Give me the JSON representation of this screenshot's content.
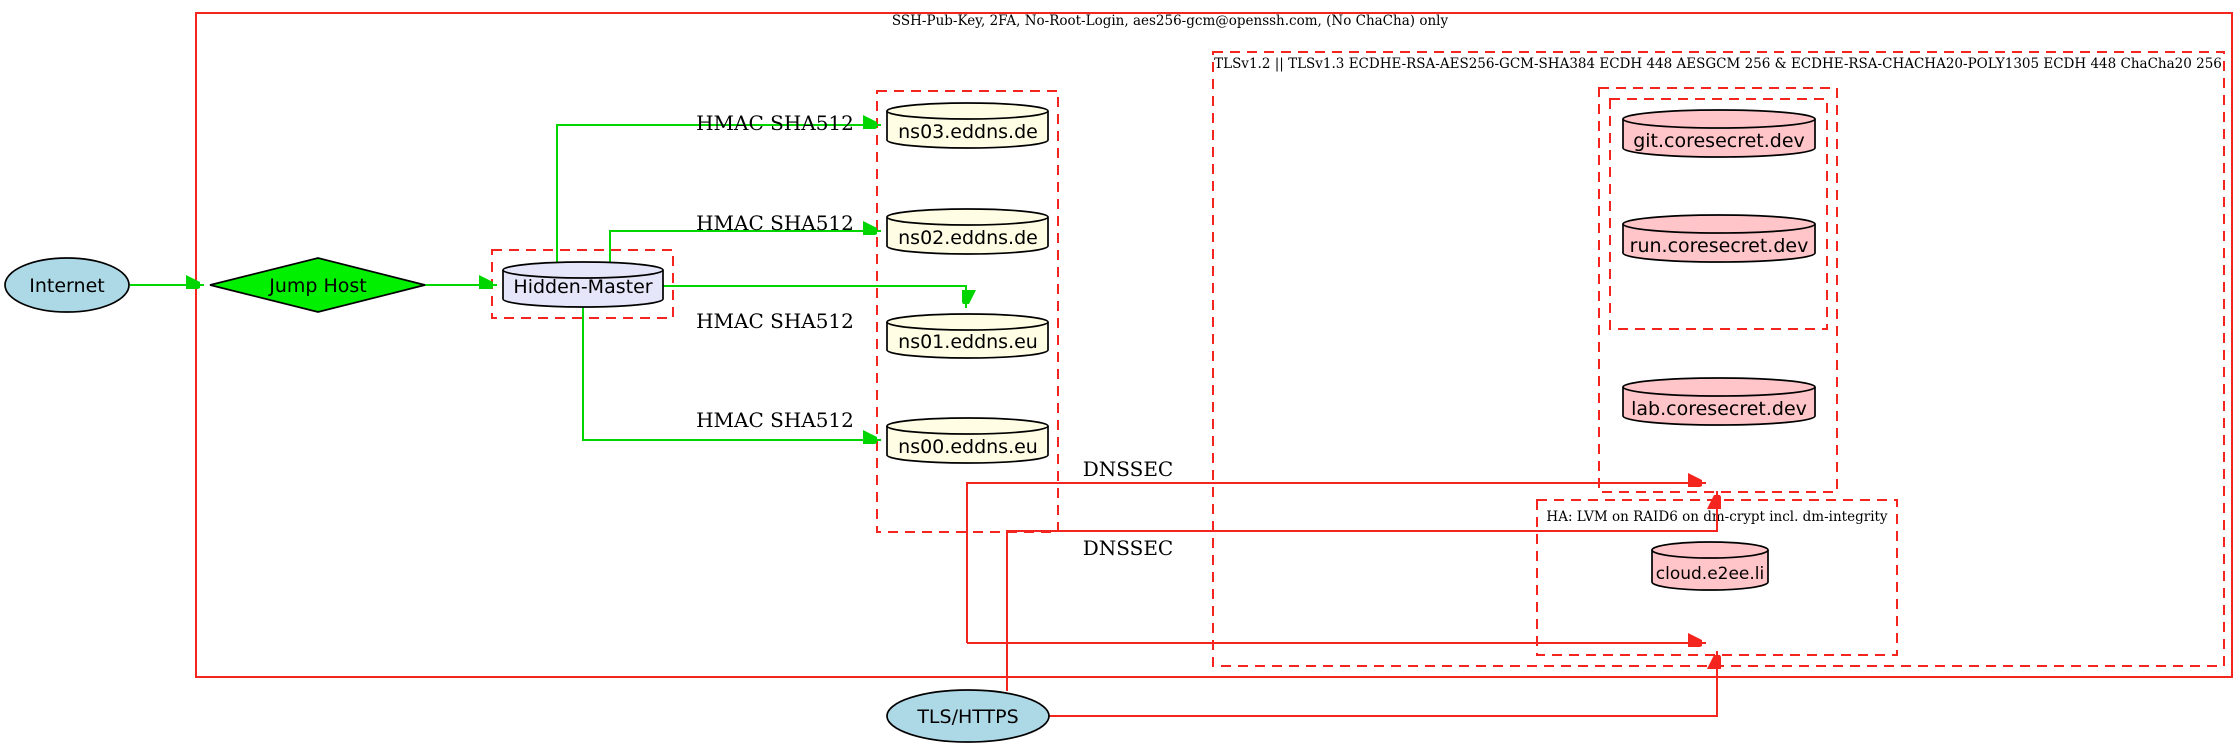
{
  "diagram": {
    "clusters": {
      "ssh": {
        "label": "SSH-Pub-Key, 2FA, No-Root-Login, aes256-gcm@openssh.com, (No ChaCha) only"
      },
      "tls": {
        "label": "TLSv1.2 || TLSv1.3 ECDHE-RSA-AES256-GCM-SHA384 ECDH 448 AESGCM 256 & ECDHE-RSA-CHACHA20-POLY1305 ECDH 448 ChaCha20 256"
      },
      "ha": {
        "label": "HA: LVM on RAID6 on dm-crypt incl. dm-integrity"
      }
    },
    "nodes": {
      "internet": {
        "label": "Internet"
      },
      "jump_host": {
        "label": "Jump Host"
      },
      "hidden_master": {
        "label": "Hidden-Master"
      },
      "ns03": {
        "label": "ns03.eddns.de"
      },
      "ns02": {
        "label": "ns02.eddns.de"
      },
      "ns01": {
        "label": "ns01.eddns.eu"
      },
      "ns00": {
        "label": "ns00.eddns.eu"
      },
      "git": {
        "label": "git.coresecret.dev"
      },
      "run": {
        "label": "run.coresecret.dev"
      },
      "lab": {
        "label": "lab.coresecret.dev"
      },
      "cloud": {
        "label": "cloud.e2ee.li"
      },
      "tls_https": {
        "label": "TLS/HTTPS"
      }
    },
    "edge_labels": {
      "hmac": [
        "HMAC SHA512",
        "HMAC SHA512",
        "HMAC SHA512",
        "HMAC SHA512"
      ],
      "dnssec": [
        "DNSSEC",
        "DNSSEC"
      ]
    },
    "colors": {
      "red_border": "#f4251f",
      "green_edge": "#00d500",
      "jump_host_fill": "#00f000",
      "internet_fill": "#add8e6",
      "hidden_master_fill": "#e6e6fa",
      "dns_node_fill": "#fffde3",
      "service_node_fill": "#ffc5c8",
      "node_border": "#000000"
    }
  }
}
